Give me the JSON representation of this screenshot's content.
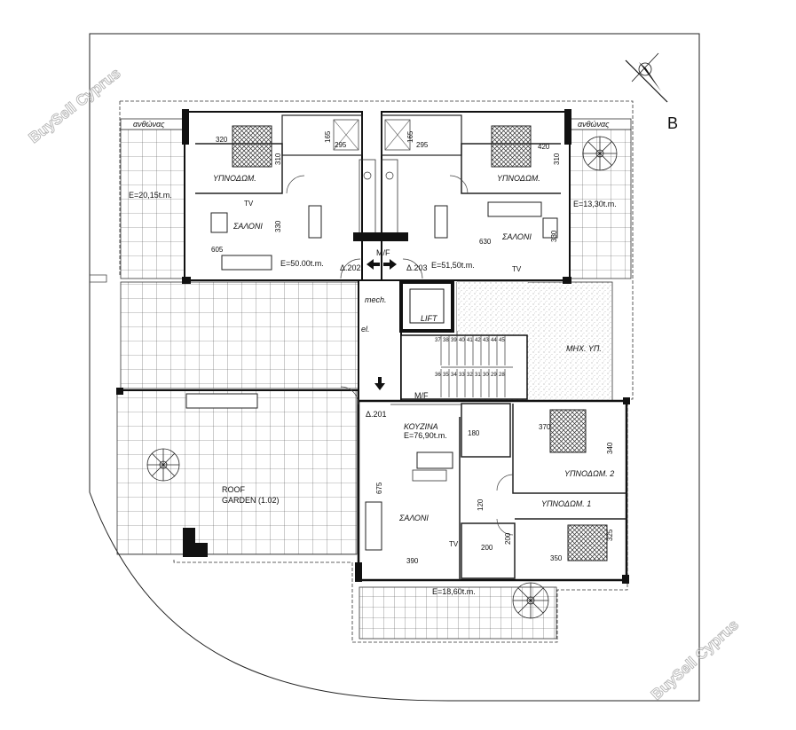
{
  "watermarks": [
    "BuySell Cyprus",
    "BuySell Cyprus"
  ],
  "compass": {
    "letter": "B"
  },
  "balconies": {
    "left": "ανθώνας",
    "right": "ανθώνας"
  },
  "areas": {
    "terrace_left": "E=20,15t.m.",
    "terrace_right": "E=13,30t.m.",
    "flat_202": "E=50.00t.m.",
    "flat_203": "E=51,50t.m.",
    "flat_201": "E=76,90t.m.",
    "terrace_bottom": "E=18,60t.m."
  },
  "rooms": {
    "bed_left": "ΥΠΝΟΔΩΜ.",
    "bed_right": "ΥΠΝΟΔΩΜ.",
    "salon_left": "ΣΑΛΟΝΙ",
    "salon_right": "ΣΑΛΟΝΙ",
    "lift": "LIFT",
    "mech": "mech.",
    "el": "el.",
    "mech_space": "ΜΗΧ. ΥΠ.",
    "kitchen": "ΚΟΥΖΙΝΑ",
    "salon_bottom": "ΣΑΛΟΝΙ",
    "bed2": "ΥΠΝΟΔΩΜ. 2",
    "bed1": "ΥΠΝΟΔΩΜ. 1",
    "roof_garden_1": "ROOF",
    "roof_garden_2": "GARDEN (1.02)"
  },
  "units": {
    "u202": "Δ.202",
    "u203": "Δ.203",
    "u201": "Δ.201",
    "mf_top": "M/F",
    "mf_mid": "M/F"
  },
  "tv": {
    "left": "TV",
    "right": "TV",
    "bottom": "TV"
  },
  "dims": {
    "d320": "320",
    "d310a": "310",
    "d165a": "165",
    "d295a": "295",
    "d165b": "165",
    "d295b": "295",
    "d420": "420",
    "d310b": "310",
    "d330a": "330",
    "d605": "605",
    "d630": "630",
    "d330b": "330",
    "d180": "180",
    "d370": "370",
    "d340": "340",
    "d675": "675",
    "d120": "120",
    "d200a": "200",
    "d200b": "200",
    "d325": "325",
    "d390": "390",
    "d350": "350"
  },
  "stairs": {
    "top": [
      "37",
      "38",
      "39",
      "40",
      "41",
      "42",
      "43",
      "44",
      "45"
    ],
    "bottom": [
      "36",
      "35",
      "34",
      "33",
      "32",
      "31",
      "30",
      "29",
      "28"
    ]
  }
}
